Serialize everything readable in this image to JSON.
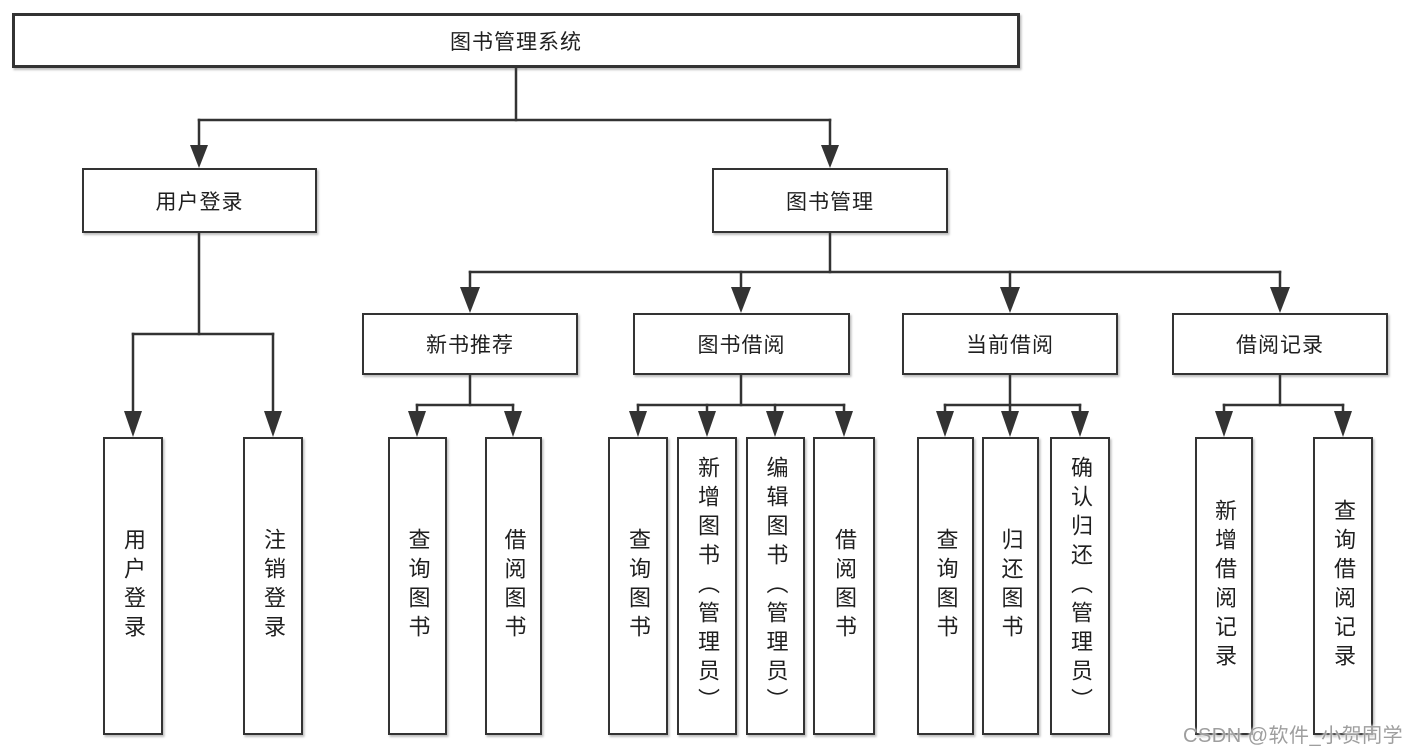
{
  "tree": {
    "root": "图书管理系统",
    "branches": [
      {
        "label": "用户登录",
        "children": [
          "用户登录",
          "注销登录"
        ]
      },
      {
        "label": "图书管理",
        "children": [
          {
            "label": "新书推荐",
            "children": [
              "查询图书",
              "借阅图书"
            ]
          },
          {
            "label": "图书借阅",
            "children": [
              "查询图书",
              "新增图书（管理员）",
              "编辑图书（管理员）",
              "借阅图书"
            ]
          },
          {
            "label": "当前借阅",
            "children": [
              "查询图书",
              "归还图书",
              "确认归还（管理员）"
            ]
          },
          {
            "label": "借阅记录",
            "children": [
              "新增借阅记录",
              "查询借阅记录"
            ]
          }
        ]
      }
    ]
  },
  "watermark": {
    "text": "CSDN @软件_小贺同学"
  },
  "colors": {
    "line": "#333333",
    "box_border": "#333333",
    "text": "#1f1f1f",
    "watermark": "#9e9e9e",
    "background": "#ffffff"
  }
}
